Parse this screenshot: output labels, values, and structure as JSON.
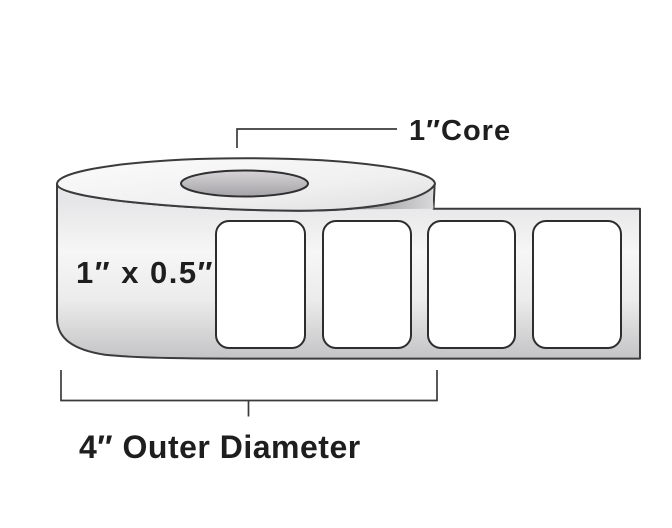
{
  "diagram": {
    "type": "product-dimension-diagram",
    "subject": "roll of rectangular adhesive labels on a core, strip unwound to the right",
    "annotations": {
      "core_label": "1″Core",
      "label_size": "1″ x 0.5″",
      "outer_diameter": "4″ Outer Diameter"
    },
    "labels_visible_on_strip": 4,
    "colors": {
      "background": "#ffffff",
      "outline": "#3b3b3d",
      "text": "#1e1e1e",
      "roll_face_light": "#f6f6f6",
      "roll_face_dark": "#c6c6c8",
      "roll_top_light": "#fcfcfc",
      "roll_top_dark": "#dededf",
      "core_fill_light": "#d6d4d7",
      "core_fill_dark": "#a5a3a6",
      "shadow_gray": "#8f8f91",
      "label_fill": "#ffffff"
    }
  }
}
